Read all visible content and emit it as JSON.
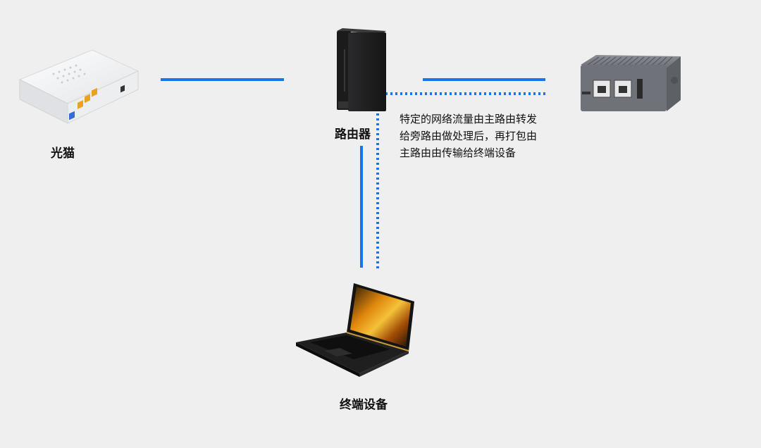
{
  "nodes": {
    "modem": {
      "label": "光猫"
    },
    "router": {
      "label": "路由器"
    },
    "terminal": {
      "label": "终端设备"
    },
    "bypass_router": {
      "label": ""
    }
  },
  "annotation": {
    "lines": [
      "特定的网络流量由主路由转发",
      "给旁路由做处理后，再打包由",
      "主路由由传输给终端设备"
    ]
  },
  "colors": {
    "background": "#efefef",
    "link_solid": "#1a73e8",
    "link_dotted": "#1a73e8",
    "modem_port_blue": "#2f6fd6",
    "modem_port_yellow": "#e8a320"
  },
  "edges": [
    {
      "from": "modem",
      "to": "router",
      "style": "solid"
    },
    {
      "from": "router",
      "to": "bypass_router",
      "style": "solid"
    },
    {
      "from": "router",
      "to": "terminal",
      "style": "solid"
    },
    {
      "from": "bypass_router",
      "to": "terminal",
      "style": "dotted",
      "via": "router"
    }
  ]
}
